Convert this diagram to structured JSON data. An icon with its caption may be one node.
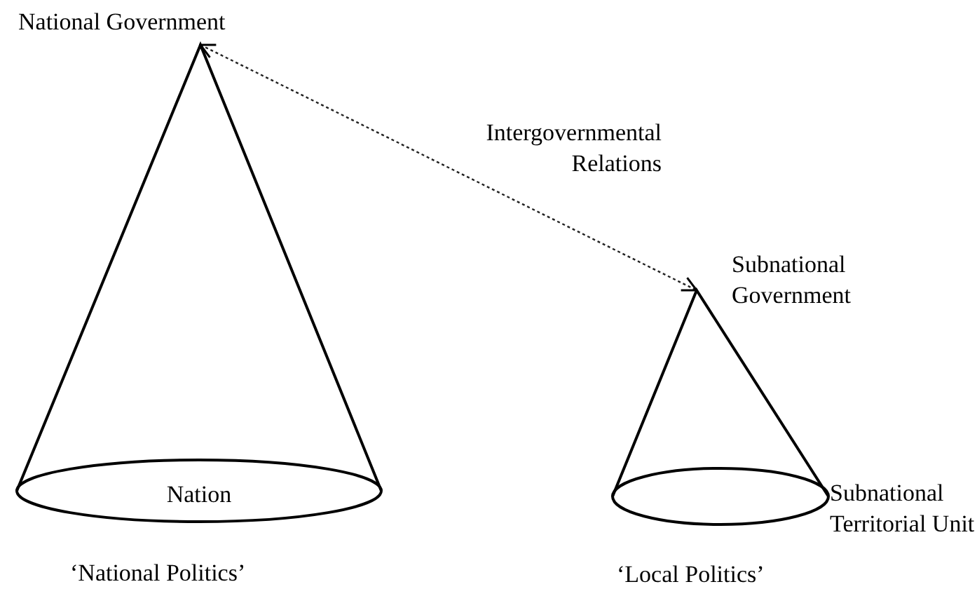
{
  "diagram": {
    "nodes": [
      {
        "text": [
          "National Government",
          "Nation"
        ],
        "beside": [
          "‘National Politics’"
        ]
      },
      {
        "text": [
          "Subnational Government",
          "Subnational Territorial Unit"
        ],
        "beside": [
          "‘Local Politics’"
        ]
      }
    ],
    "edges": [
      {
        "from": 0,
        "to": 1,
        "arrow": "both",
        "style": "dashed",
        "label": "Intergovernmental Relations"
      }
    ]
  }
}
